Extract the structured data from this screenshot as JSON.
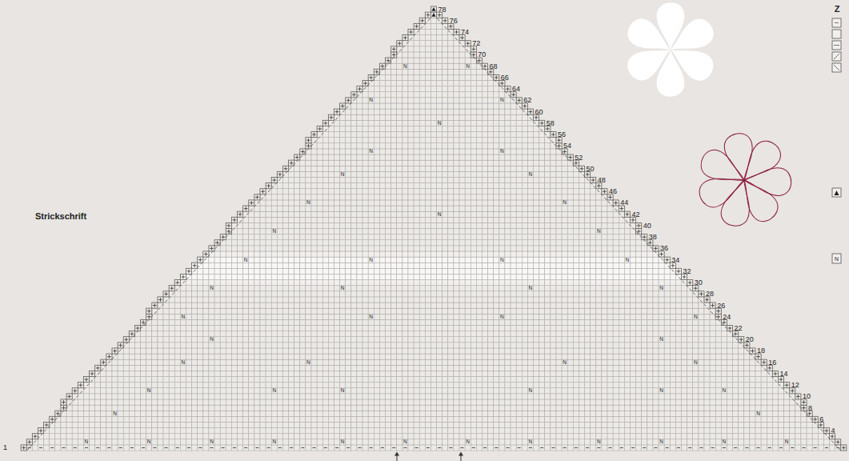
{
  "diagram": {
    "title": "Strickschrift",
    "labels": [
      "1",
      "4",
      "6",
      "8",
      "10",
      "12",
      "14",
      "16",
      "18",
      "20",
      "22",
      "24",
      "26",
      "28",
      "30",
      "32",
      "34",
      "36",
      "38",
      "40",
      "42",
      "44",
      "46",
      "48",
      "50",
      "52",
      "54",
      "56",
      "58",
      "60",
      "62",
      "64",
      "66",
      "68",
      "70",
      "72",
      "74",
      "76",
      "78",
      "Z",
      "N",
      "N",
      "N",
      "N",
      "N",
      "N",
      "N",
      "N",
      "N",
      "N",
      "N",
      "N",
      "N",
      "N",
      "N",
      "N",
      "N",
      "N",
      "N",
      "N",
      "N",
      "N",
      "N",
      "N",
      "N",
      "N",
      "N",
      "N",
      "N",
      "N",
      "N",
      "N",
      "N",
      "N",
      "N",
      "N",
      "N",
      "N",
      "N",
      "N",
      "N",
      "N",
      "N",
      "N",
      "N",
      "N",
      "N",
      "N",
      "N",
      "N",
      "N",
      "N",
      "N"
    ]
  }
}
